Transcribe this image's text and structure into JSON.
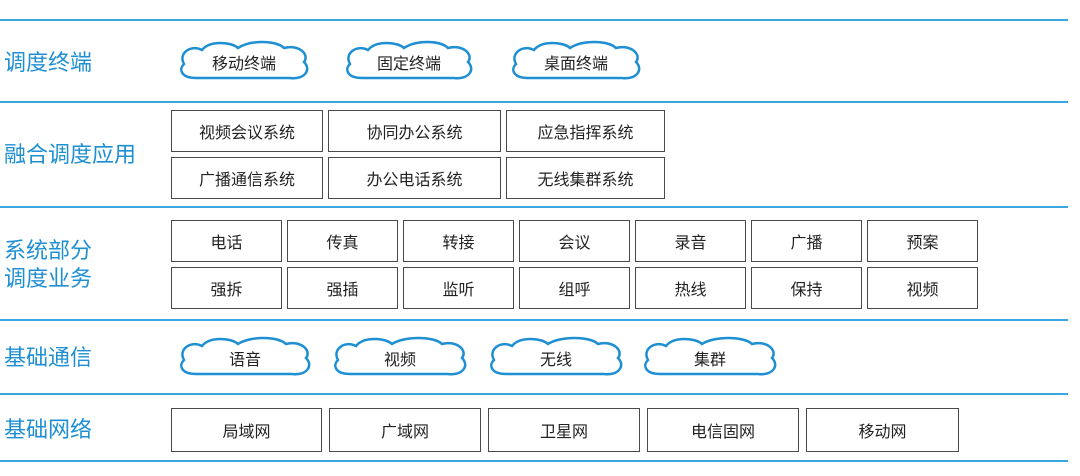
{
  "rows": {
    "terminal": {
      "label": "调度终端",
      "clouds": [
        "移动终端",
        "固定终端",
        "桌面终端"
      ]
    },
    "apps": {
      "label": "融合调度应用",
      "top": [
        "视频会议系统",
        "协同办公系统",
        "应急指挥系统"
      ],
      "bottom": [
        "广播通信系统",
        "办公电话系统",
        "无线集群系统"
      ]
    },
    "services": {
      "label_line1": "系统部分",
      "label_line2": "调度业务",
      "top": [
        "电话",
        "传真",
        "转接",
        "会议",
        "录音",
        "广播",
        "预案"
      ],
      "bottom": [
        "强拆",
        "强插",
        "监听",
        "组呼",
        "热线",
        "保持",
        "视频"
      ]
    },
    "comm": {
      "label": "基础通信",
      "clouds": [
        "语音",
        "视频",
        "无线",
        "集群"
      ]
    },
    "network": {
      "label": "基础网络",
      "boxes": [
        "局域网",
        "广域网",
        "卫星网",
        "电信固网",
        "移动网"
      ]
    }
  },
  "colors": {
    "accent": "#1d8fd2",
    "line": "#3aa8de",
    "border": "#4a4a4a"
  }
}
